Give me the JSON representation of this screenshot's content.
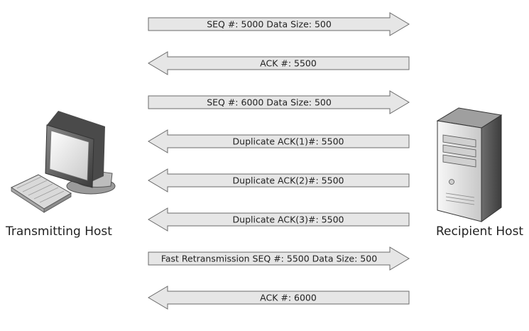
{
  "hosts": {
    "transmitting": {
      "label": "Transmitting Host",
      "icon": "desktop-computer-icon"
    },
    "recipient": {
      "label": "Recipient Host",
      "icon": "server-tower-icon"
    }
  },
  "messages": [
    {
      "text": "SEQ #: 5000 Data Size: 500",
      "direction": "right"
    },
    {
      "text": "ACK #: 5500",
      "direction": "left"
    },
    {
      "text": "SEQ #: 6000 Data Size: 500",
      "direction": "right"
    },
    {
      "text": "Duplicate ACK(1)#: 5500",
      "direction": "left"
    },
    {
      "text": "Duplicate ACK(2)#: 5500",
      "direction": "left"
    },
    {
      "text": "Duplicate ACK(3)#: 5500",
      "direction": "left"
    },
    {
      "text": "Fast Retransmission SEQ #: 5500 Data Size: 500",
      "direction": "right"
    },
    {
      "text": "ACK #: 6000",
      "direction": "left"
    }
  ],
  "colors": {
    "arrow_fill": "#e6e6e6",
    "arrow_stroke": "#6b6b6b",
    "text": "#222222"
  }
}
